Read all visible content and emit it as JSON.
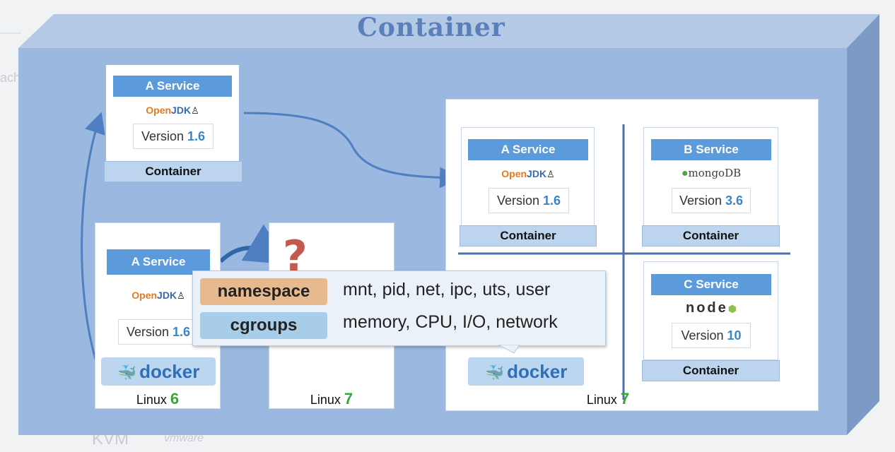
{
  "background": {
    "fragments": [
      "ach",
      "KVM",
      "vmware"
    ]
  },
  "diagram": {
    "title": "Container",
    "colors": {
      "box_top": "#b3c9e6",
      "box_front": "#9bb8e0",
      "box_side": "#7d9ac6",
      "service_header": "#5b9bdc",
      "container_label": "#bcd4ee",
      "arrow": "#4f7fc0",
      "linux_green": "#3aa53a",
      "version_blue": "#3b85c6"
    },
    "top_left_container": {
      "service": "A Service",
      "runtime_open": "Open",
      "runtime_jdk": "JDK",
      "version_label": "Version",
      "version_value": "1.6",
      "container_label": "Container"
    },
    "host_linux6": {
      "service": "A Service",
      "runtime_open": "Open",
      "runtime_jdk": "JDK",
      "version_label": "Version",
      "version_value": "1.6",
      "docker": "docker",
      "linux_label": "Linux",
      "linux_version": "6"
    },
    "host_linux7_small": {
      "question_mark": "?",
      "linux_label": "Linux",
      "linux_version": "7"
    },
    "host_linux7_big": {
      "containers": [
        {
          "service": "A Service",
          "runtime_open": "Open",
          "runtime_jdk": "JDK",
          "version_label": "Version",
          "version_value": "1.6",
          "container_label": "Container"
        },
        {
          "service": "B Service",
          "runtime": "mongoDB",
          "version_label": "Version",
          "version_value": "3.6",
          "container_label": "Container"
        },
        {
          "service": "C Service",
          "runtime": "node",
          "version_label": "Version",
          "version_value": "10",
          "container_label": "Container"
        }
      ],
      "docker": "docker",
      "linux_label": "Linux",
      "linux_version": "7"
    },
    "popup": {
      "rows": [
        {
          "tag": "namespace",
          "desc": "mnt, pid, net, ipc, uts, user"
        },
        {
          "tag": "cgroups",
          "desc": "memory, CPU, I/O, network"
        }
      ]
    }
  }
}
